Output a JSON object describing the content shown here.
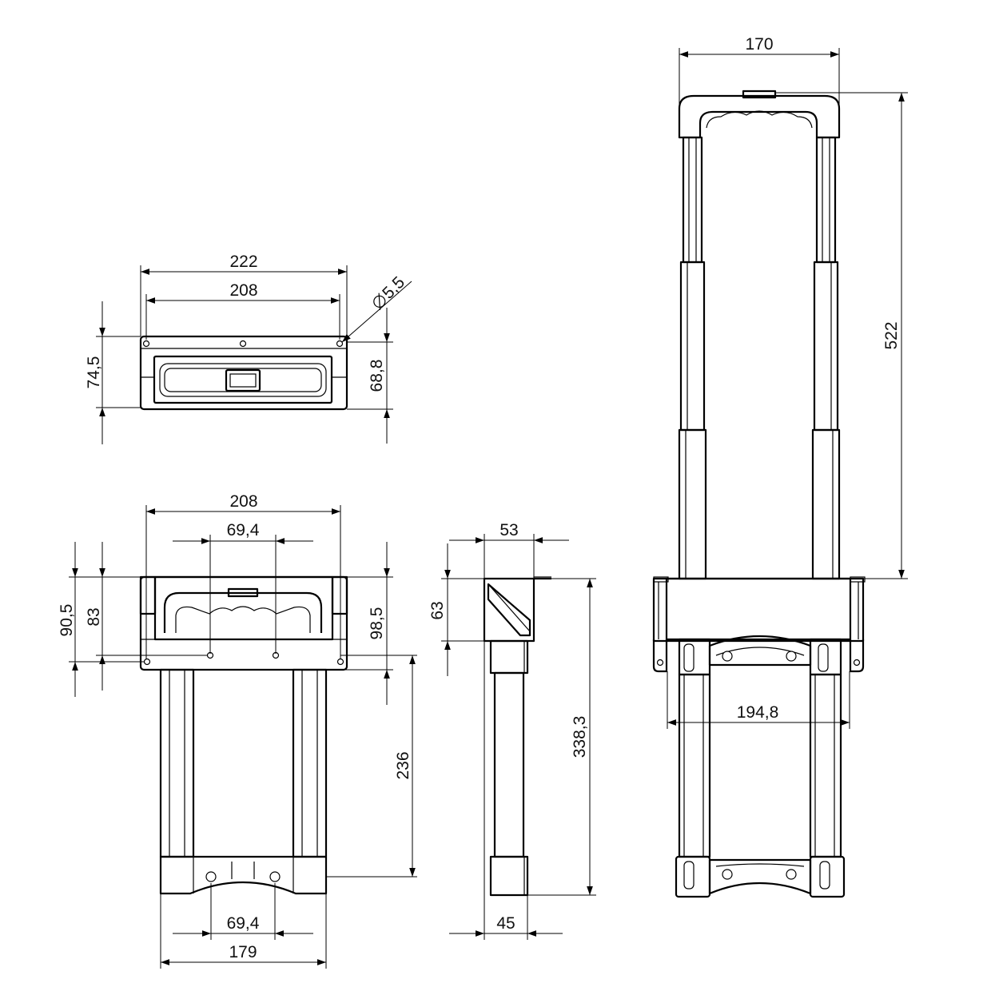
{
  "drawing": {
    "background": "#ffffff",
    "line_color": "#000000",
    "top_view": {
      "overall_width": "222",
      "hole_spacing": "208",
      "hole_diameter": "5,5",
      "overall_height": "74,5",
      "body_height": "68,8"
    },
    "front_view": {
      "plate_width": "208",
      "inner_hole_spacing": "69,4",
      "height_outer": "90,5",
      "height_inner": "83",
      "height_right": "98,5",
      "tube_length": "236",
      "bottom_hole_spacing": "69,4",
      "bottom_width": "179"
    },
    "side_view": {
      "top_depth": "53",
      "top_height": "63",
      "total_height": "338,3",
      "bottom_depth": "45"
    },
    "extended_view": {
      "handle_width": "170",
      "extension_height": "522",
      "tube_spacing": "194,8"
    }
  }
}
